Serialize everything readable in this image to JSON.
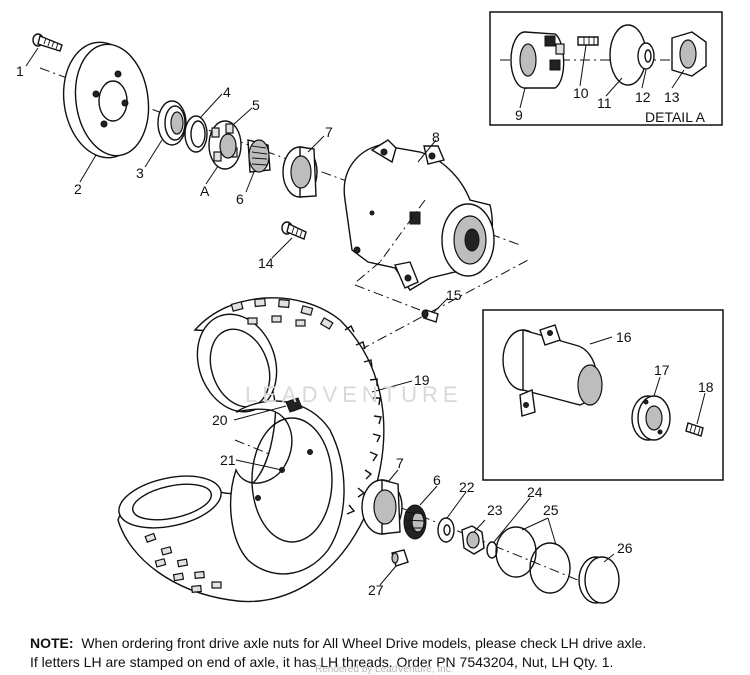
{
  "detail_label": "DETAIL A",
  "callouts": {
    "c1": "1",
    "c2": "2",
    "c3": "3",
    "c4": "4",
    "c5": "5",
    "cA": "A",
    "c6a": "6",
    "c7a": "7",
    "c8": "8",
    "c9": "9",
    "c10": "10",
    "c11": "11",
    "c12": "12",
    "c13": "13",
    "c14": "14",
    "c15": "15",
    "c16": "16",
    "c17": "17",
    "c18": "18",
    "c19": "19",
    "c20": "20",
    "c21": "21",
    "c7b": "7",
    "c6b": "6",
    "c22": "22",
    "c23": "23",
    "c24": "24",
    "c25": "25",
    "c26": "26",
    "c27": "27"
  },
  "watermark": "LEADVENTURE",
  "note": {
    "keyword": "NOTE:",
    "line1": "When ordering front drive axle nuts for All Wheel Drive models, please check LH drive axle.",
    "line2": "If letters LH are stamped on end of axle, it has LH threads.  Order PN 7543204, Nut, LH Qty. 1."
  },
  "footer": "Rendered by LeadVenture, Inc."
}
